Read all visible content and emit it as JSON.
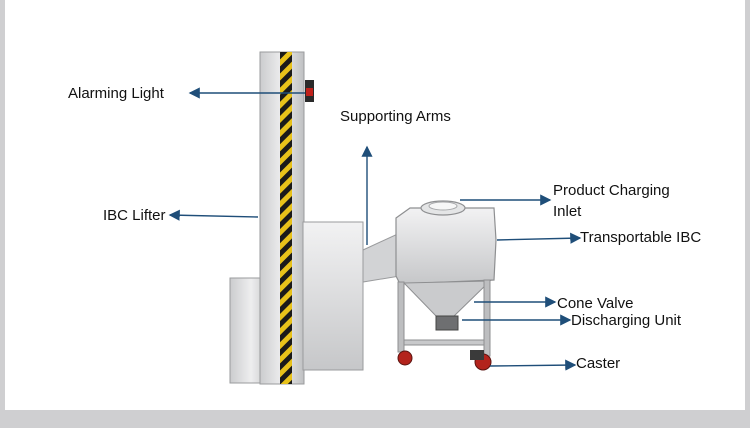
{
  "labels": {
    "alarming_light": "Alarming Light",
    "supporting_arms": "Supporting Arms",
    "ibc_lifter": "IBC Lifter",
    "product_charging_inlet_line1": "Product Charging",
    "product_charging_inlet_line2": "Inlet",
    "transportable_ibc": "Transportable IBC",
    "cone_valve": "Cone Valve",
    "discharging_unit": "Discharging Unit",
    "caster": "Caster"
  },
  "colors": {
    "background": "#cfcfd1",
    "panel": "#ffffff",
    "arrow": "#1f4e79",
    "stripe_yellow": "#e8c21a",
    "stripe_black": "#1a1a1a",
    "steel": "#d9dadc",
    "alarm_red": "#c0211b",
    "caster_red": "#b3231c"
  }
}
